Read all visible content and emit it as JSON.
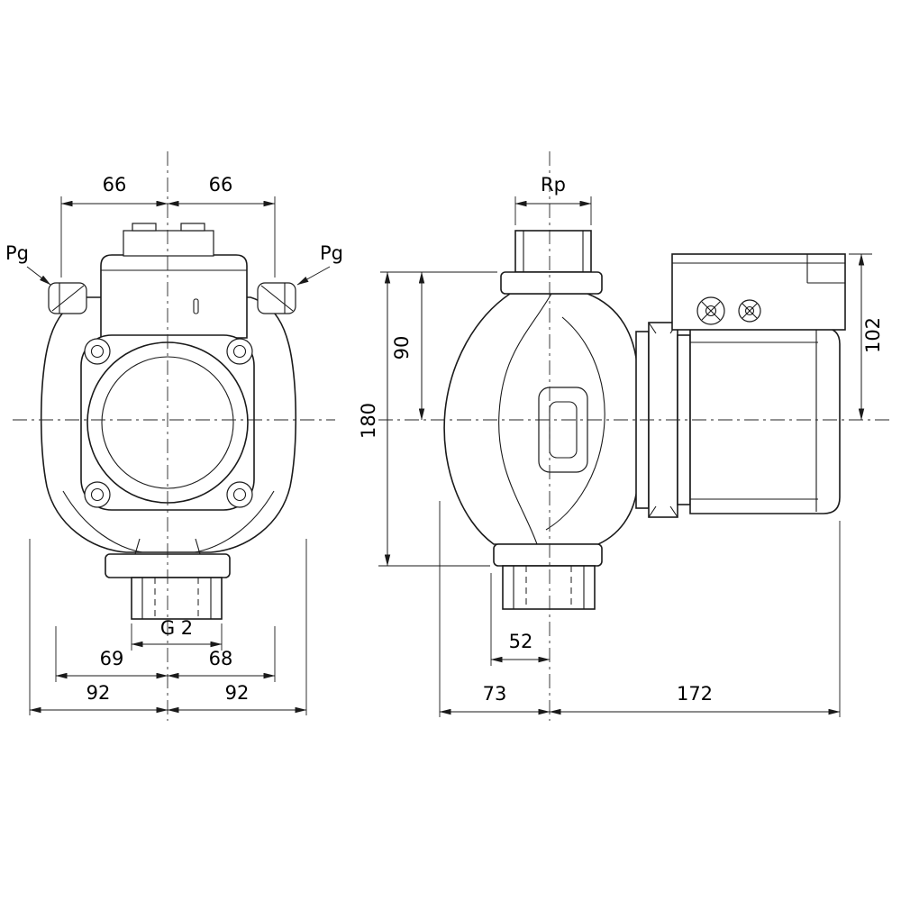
{
  "drawing": {
    "type": "technical-dimension-drawing",
    "ink_color": "#1a1a1a",
    "background_color": "#ffffff",
    "front": {
      "labels": {
        "width_left": "66",
        "width_right": "66",
        "gland_left": "Pg",
        "gland_right": "Pg",
        "port_thread": "G 2",
        "offset_left": "69",
        "offset_right": "68",
        "half_width_left": "92",
        "half_width_right": "92"
      }
    },
    "side": {
      "labels": {
        "port_thread": "Rp",
        "axis_to_flange_top": "90",
        "port_to_port": "180",
        "box_top_to_axis": "102",
        "flange_offset": "52",
        "axis_to_front": "73",
        "axis_to_motor_end": "172"
      }
    }
  }
}
